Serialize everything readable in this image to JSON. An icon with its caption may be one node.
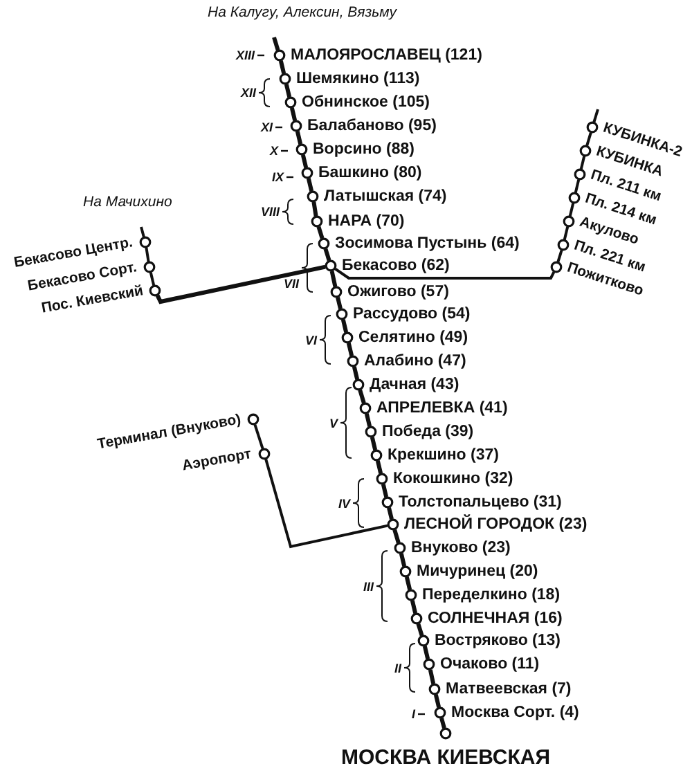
{
  "diagram": {
    "nodes": [
      {
        "text": [
          "МАЛОЯРОСЛАВЕЦ (121)"
        ]
      },
      {
        "text": [
          "Шемякино (113)"
        ]
      },
      {
        "text": [
          "Обнинское (105)"
        ]
      },
      {
        "text": [
          "Балабаново (95)"
        ]
      },
      {
        "text": [
          "Ворсино (88)"
        ]
      },
      {
        "text": [
          "Башкино (80)"
        ]
      },
      {
        "text": [
          "Латышская (74)"
        ]
      },
      {
        "text": [
          "НАРА (70)"
        ]
      },
      {
        "text": [
          "Зосимова Пустынь (64)"
        ]
      },
      {
        "text": [
          "Бекасово (62)"
        ]
      },
      {
        "text": [
          "Ожигово (57)"
        ]
      },
      {
        "text": [
          "Рассудово (54)"
        ]
      },
      {
        "text": [
          "Селятино (49)"
        ]
      },
      {
        "text": [
          "Алабино (47)"
        ]
      },
      {
        "text": [
          "Дачная (43)"
        ]
      },
      {
        "text": [
          "АПРЕЛЕВКА (41)"
        ]
      },
      {
        "text": [
          "Победа (39)"
        ]
      },
      {
        "text": [
          "Крекшино (37)"
        ]
      },
      {
        "text": [
          "Кокошкино (32)"
        ]
      },
      {
        "text": [
          "Толстопальцево (31)"
        ]
      },
      {
        "text": [
          "ЛЕСНОЙ ГОРОДОК (23)"
        ]
      },
      {
        "text": [
          "Внуково (23)"
        ]
      },
      {
        "text": [
          "Мичуринец (20)"
        ]
      },
      {
        "text": [
          "Переделкино (18)"
        ]
      },
      {
        "text": [
          "СОЛНЕЧНАЯ (16)"
        ]
      },
      {
        "text": [
          "Востряково (13)"
        ]
      },
      {
        "text": [
          "Очаково (11)"
        ]
      },
      {
        "text": [
          "Матвеевская (7)"
        ]
      },
      {
        "text": [
          "Москва Сорт. (4)"
        ]
      },
      {
        "text": [
          "МОСКВА КИЕВСКАЯ"
        ]
      },
      {
        "text": [
          "КУБИНКА-2"
        ]
      },
      {
        "text": [
          "КУБИНКА"
        ]
      },
      {
        "text": [
          "Пл. 211 км"
        ]
      },
      {
        "text": [
          "Пл. 214 км"
        ]
      },
      {
        "text": [
          "Акулово"
        ]
      },
      {
        "text": [
          "Пл. 221 км"
        ]
      },
      {
        "text": [
          "Пожитково"
        ]
      },
      {
        "text": [
          "Бекасово Центр."
        ]
      },
      {
        "text": [
          "Бекасово Сорт."
        ]
      },
      {
        "text": [
          "Пос. Киевский"
        ]
      },
      {
        "text": [
          "Терминал (Внуково)"
        ]
      },
      {
        "text": [
          "Аэропорт"
        ]
      }
    ],
    "edges": [
      {
        "from": null,
        "to": 0,
        "arrow": "none"
      },
      {
        "from": 0,
        "to": 1,
        "arrow": "none"
      },
      {
        "from": 1,
        "to": 2,
        "arrow": "none"
      },
      {
        "from": 2,
        "to": 3,
        "arrow": "none"
      },
      {
        "from": 3,
        "to": 4,
        "arrow": "none"
      },
      {
        "from": 4,
        "to": 5,
        "arrow": "none"
      },
      {
        "from": 5,
        "to": 6,
        "arrow": "none"
      },
      {
        "from": 6,
        "to": 7,
        "arrow": "none"
      },
      {
        "from": 7,
        "to": 8,
        "arrow": "none"
      },
      {
        "from": 8,
        "to": 9,
        "arrow": "none"
      },
      {
        "from": 9,
        "to": 10,
        "arrow": "none"
      },
      {
        "from": 10,
        "to": 11,
        "arrow": "none"
      },
      {
        "from": 11,
        "to": 12,
        "arrow": "none"
      },
      {
        "from": 12,
        "to": 13,
        "arrow": "none"
      },
      {
        "from": 13,
        "to": 14,
        "arrow": "none"
      },
      {
        "from": 14,
        "to": 15,
        "arrow": "none"
      },
      {
        "from": 15,
        "to": 16,
        "arrow": "none"
      },
      {
        "from": 16,
        "to": 17,
        "arrow": "none"
      },
      {
        "from": 17,
        "to": 18,
        "arrow": "none"
      },
      {
        "from": 18,
        "to": 19,
        "arrow": "none"
      },
      {
        "from": 19,
        "to": 20,
        "arrow": "none"
      },
      {
        "from": 20,
        "to": 21,
        "arrow": "none"
      },
      {
        "from": 21,
        "to": 22,
        "arrow": "none"
      },
      {
        "from": 22,
        "to": 23,
        "arrow": "none"
      },
      {
        "from": 23,
        "to": 24,
        "arrow": "none"
      },
      {
        "from": 24,
        "to": 25,
        "arrow": "none"
      },
      {
        "from": 25,
        "to": 26,
        "arrow": "none"
      },
      {
        "from": 26,
        "to": 27,
        "arrow": "none"
      },
      {
        "from": 27,
        "to": 28,
        "arrow": "none"
      },
      {
        "from": 28,
        "to": 29,
        "arrow": "none"
      },
      {
        "from": null,
        "to": 30,
        "arrow": "none"
      },
      {
        "from": 30,
        "to": 31,
        "arrow": "none"
      },
      {
        "from": 31,
        "to": 32,
        "arrow": "none"
      },
      {
        "from": 32,
        "to": 33,
        "arrow": "none"
      },
      {
        "from": 33,
        "to": 34,
        "arrow": "none"
      },
      {
        "from": 34,
        "to": 35,
        "arrow": "none"
      },
      {
        "from": 35,
        "to": 36,
        "arrow": "none"
      },
      {
        "from": 36,
        "to": 9,
        "arrow": "none"
      },
      {
        "from": null,
        "to": 37,
        "arrow": "none"
      },
      {
        "from": 37,
        "to": 38,
        "arrow": "none"
      },
      {
        "from": 38,
        "to": 39,
        "arrow": "none"
      },
      {
        "from": 39,
        "to": 9,
        "arrow": "none"
      },
      {
        "from": 40,
        "to": 41,
        "arrow": "none"
      },
      {
        "from": 41,
        "to": 20,
        "arrow": "none"
      }
    ],
    "labels": [
      "На Калугу, Алексин, Вязьму",
      "XIII",
      "XII",
      "XI",
      "X",
      "IX",
      "VIII",
      "На Мачихино",
      "VII",
      "VI",
      "V",
      "IV",
      "III",
      "II",
      "I"
    ]
  }
}
